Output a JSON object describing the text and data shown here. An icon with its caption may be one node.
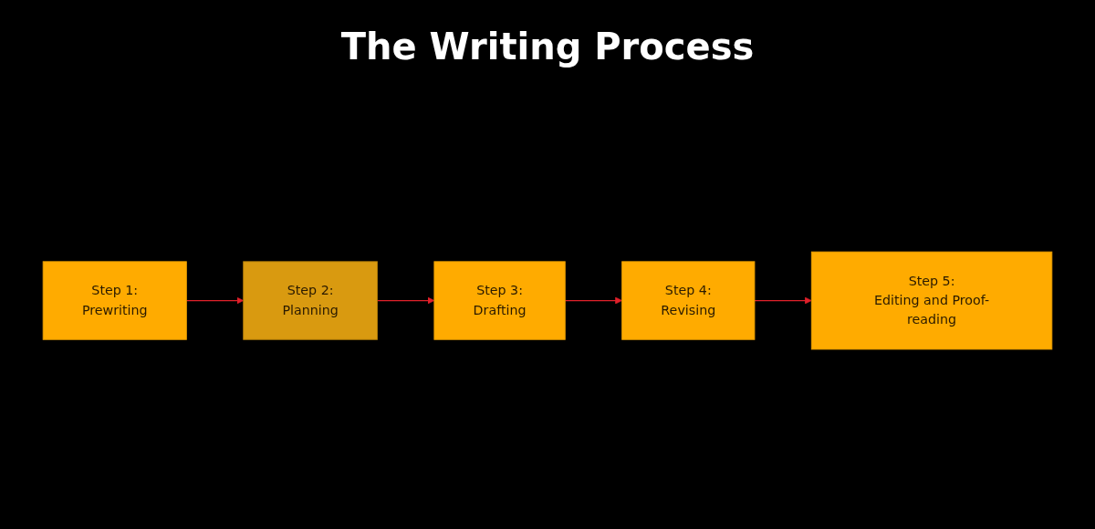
{
  "diagram": {
    "title": "The Writing Process",
    "nodes": [
      {
        "text": [
          "Step 1:",
          "Prewriting"
        ]
      },
      {
        "text": [
          "Step 2:",
          "Planning"
        ]
      },
      {
        "text": [
          "Step 3:",
          "Drafting"
        ]
      },
      {
        "text": [
          "Step 4:",
          "Revising"
        ]
      },
      {
        "text": [
          "Step 5:",
          "Editing and Proof-reading"
        ]
      }
    ],
    "edges": [
      {
        "from": 0,
        "to": 1,
        "arrow": "to"
      },
      {
        "from": 1,
        "to": 2,
        "arrow": "to"
      },
      {
        "from": 2,
        "to": 3,
        "arrow": "to"
      },
      {
        "from": 3,
        "to": 4,
        "arrow": "to"
      }
    ]
  }
}
